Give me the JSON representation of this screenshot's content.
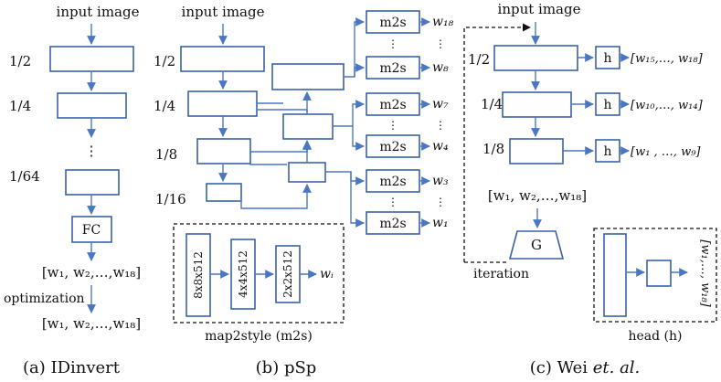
{
  "panel_a": {
    "input": "input image",
    "scales": [
      "1/2",
      "1/4",
      "1/64"
    ],
    "dots": "⋮",
    "fc": "FC",
    "latent": "[w₁, w₂,…,w₁₈]",
    "optimization": "optimization",
    "latent_out": "[w₁, w₂,…,w₁₈]",
    "caption": "(a) IDinvert"
  },
  "panel_b": {
    "input": "input image",
    "scales": [
      "1/2",
      "1/4",
      "1/8",
      "1/16"
    ],
    "m2s": "m2s",
    "outputs": [
      "w₁₈",
      "w₈",
      "w₇",
      "w₄",
      "w₃",
      "w₁"
    ],
    "dots": "⋮",
    "map_blocks": [
      "8x8x512",
      "4x4x512",
      "2x2x512"
    ],
    "map_output": "wᵢ",
    "map_caption": "map2style (m2s)",
    "caption": "(b) pSp"
  },
  "panel_c": {
    "input": "input image",
    "scales": [
      "1/2",
      "1/4",
      "1/8"
    ],
    "h": "h",
    "head_outputs": [
      "[w₁₅,…, w₁₈]",
      "[w₁₀,…, w₁₄]",
      "[w₁ , …, w₉]"
    ],
    "latent": "[w₁, w₂,…,w₁₈]",
    "generator": "G",
    "iteration": "iteration",
    "head_latent": "[w₁,…, w₁₈]",
    "head_caption": "head (h)",
    "caption_prefix": "(c) Wei ",
    "caption_italic": "et. al."
  }
}
